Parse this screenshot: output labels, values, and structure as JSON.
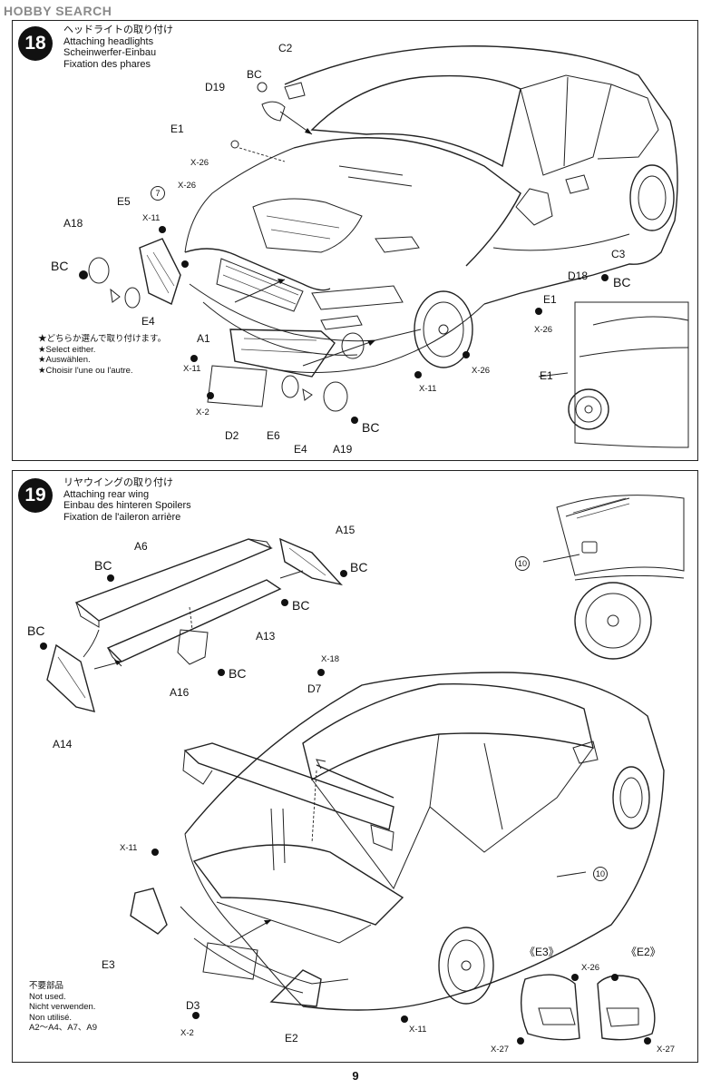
{
  "watermark": "HOBBY SEARCH",
  "step18": {
    "number": "18",
    "title_ja": "ヘッドライトの取り付け",
    "title_en": "Attaching headlights",
    "title_de": "Scheinwerfer-Einbau",
    "title_fr": "Fixation des phares",
    "note": {
      "ja": "★どちらか選んで取り付けます。",
      "en": "★Select either.",
      "de": "★Auswählen.",
      "fr": "★Choisir l'une ou l'autre."
    },
    "ref_circle": "7",
    "parts": {
      "C2": "C2",
      "BC1": "BC",
      "D19": "D19",
      "E1a": "E1",
      "X26a": "X-26",
      "X26b": "X-26",
      "E5": "E5",
      "X11a": "X-11",
      "A18": "A18",
      "BC2": "BC",
      "E4a": "E4",
      "A1": "A1",
      "X11b": "X-11",
      "X2": "X-2",
      "D2": "D2",
      "E6": "E6",
      "E4b": "E4",
      "A19": "A19",
      "BC3": "BC",
      "X11c": "X-11",
      "X26c": "X-26",
      "C3": "C3",
      "D18": "D18",
      "BC4": "BC",
      "E1b": "E1",
      "X26d": "X-26",
      "E1c": "E1"
    }
  },
  "step19": {
    "number": "19",
    "title_ja": "リヤウイングの取り付け",
    "title_en": "Attaching rear wing",
    "title_de": "Einbau des hinteren Spoilers",
    "title_fr": "Fixation de l'aileron arrière",
    "ref_circle": "10",
    "parts": {
      "A15": "A15",
      "A6": "A6",
      "BC1": "BC",
      "BC2": "BC",
      "BC3": "BC",
      "BC4": "BC",
      "BC5": "BC",
      "A13": "A13",
      "A14": "A14",
      "A16": "A16",
      "X18": "X-18",
      "D7": "D7",
      "X11a": "X-11",
      "E3": "E3",
      "D3": "D3",
      "X2": "X-2",
      "E2": "E2",
      "X11b": "X-11",
      "E3b": "《E3》",
      "E2b": "《E2》",
      "X26": "X-26",
      "X27a": "X-27",
      "X27b": "X-27"
    },
    "not_used": {
      "ja": "不要部品",
      "en": "Not used.",
      "de": "Nicht verwenden.",
      "fr": "Non utilisé.",
      "list": "A2～A4、A7、A9"
    }
  },
  "page_number": "9"
}
